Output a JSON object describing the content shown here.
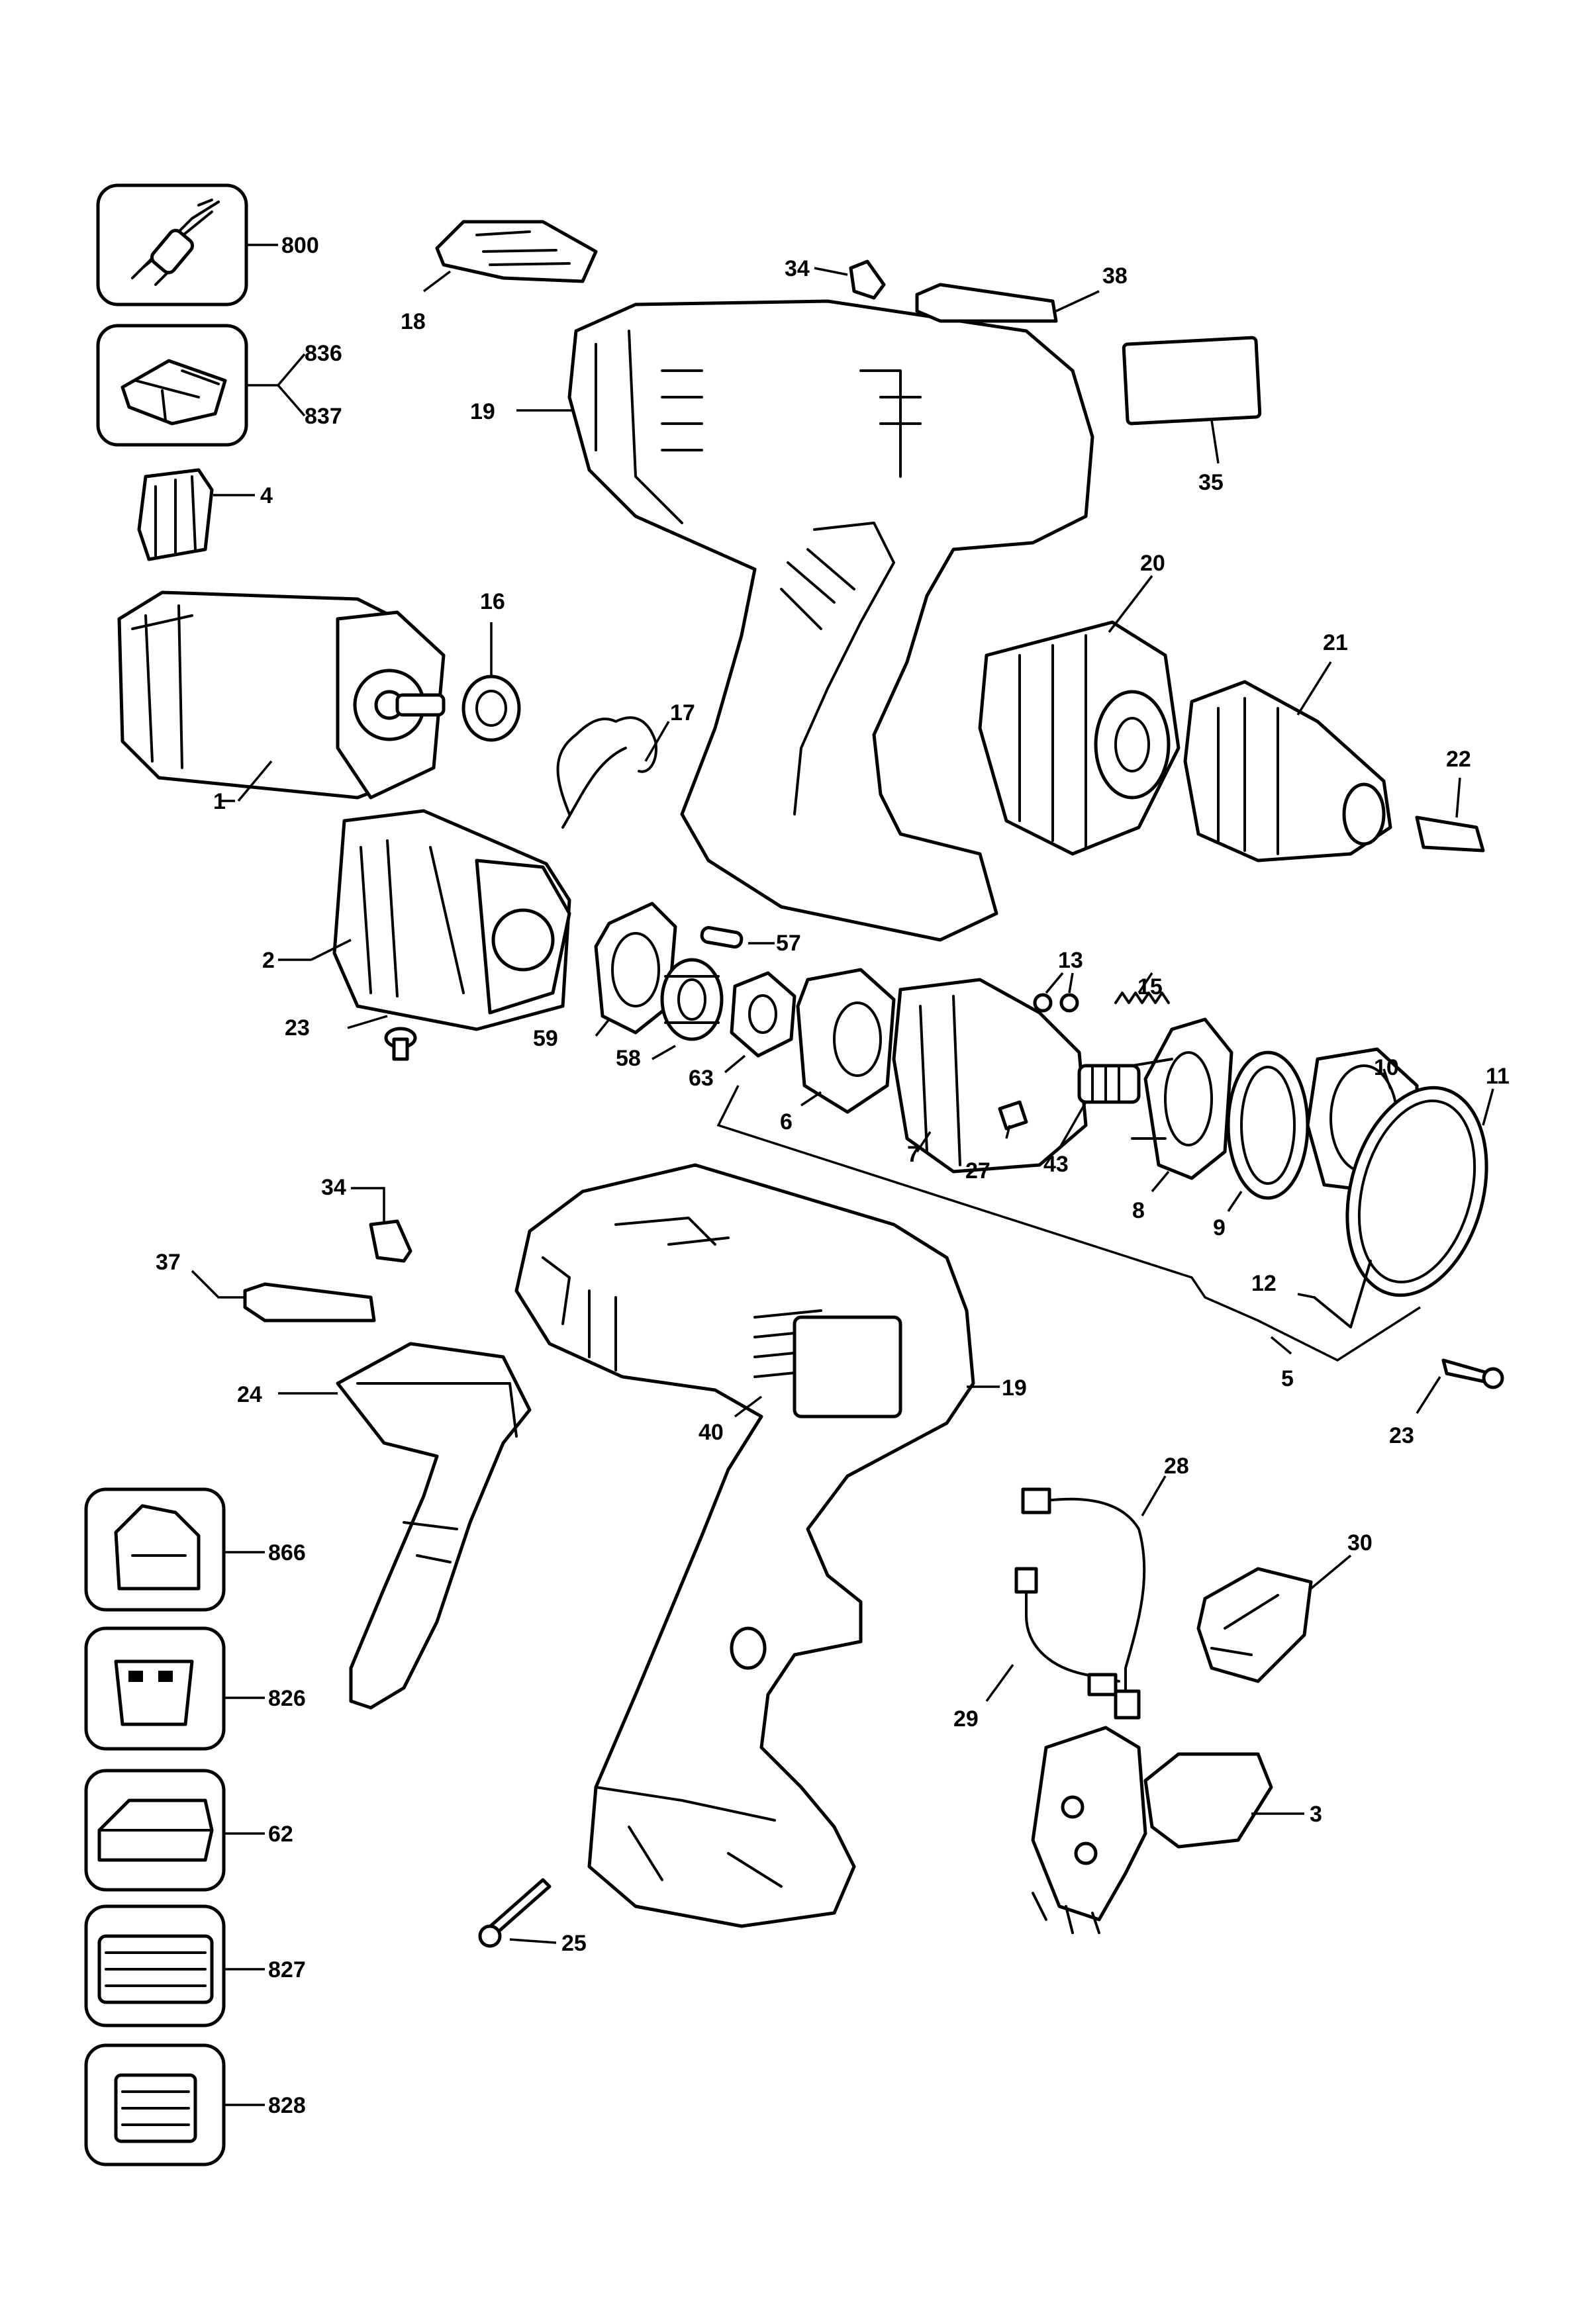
{
  "labels": {
    "p800": "800",
    "p836": "836",
    "p837": "837",
    "p4": "4",
    "p18": "18",
    "p34a": "34",
    "p38": "38",
    "p19a": "19",
    "p35": "35",
    "p16": "16",
    "p17": "17",
    "p1": "1",
    "p20": "20",
    "p21": "21",
    "p22": "22",
    "p2": "2",
    "p57": "57",
    "p23a": "23",
    "p59": "59",
    "p58": "58",
    "p63": "63",
    "p6": "6",
    "p13": "13",
    "p15": "15",
    "p10": "10",
    "p11": "11",
    "p7": "7",
    "p27": "27",
    "p43": "43",
    "p8": "8",
    "p9": "9",
    "p12": "12",
    "p5": "5",
    "p23b": "23",
    "p34b": "34",
    "p37": "37",
    "p24": "24",
    "p19b": "19",
    "p40": "40",
    "p28": "28",
    "p30": "30",
    "p866": "866",
    "p29": "29",
    "p826": "826",
    "p3": "3",
    "p62": "62",
    "p25": "25",
    "p827": "827",
    "p828": "828"
  }
}
